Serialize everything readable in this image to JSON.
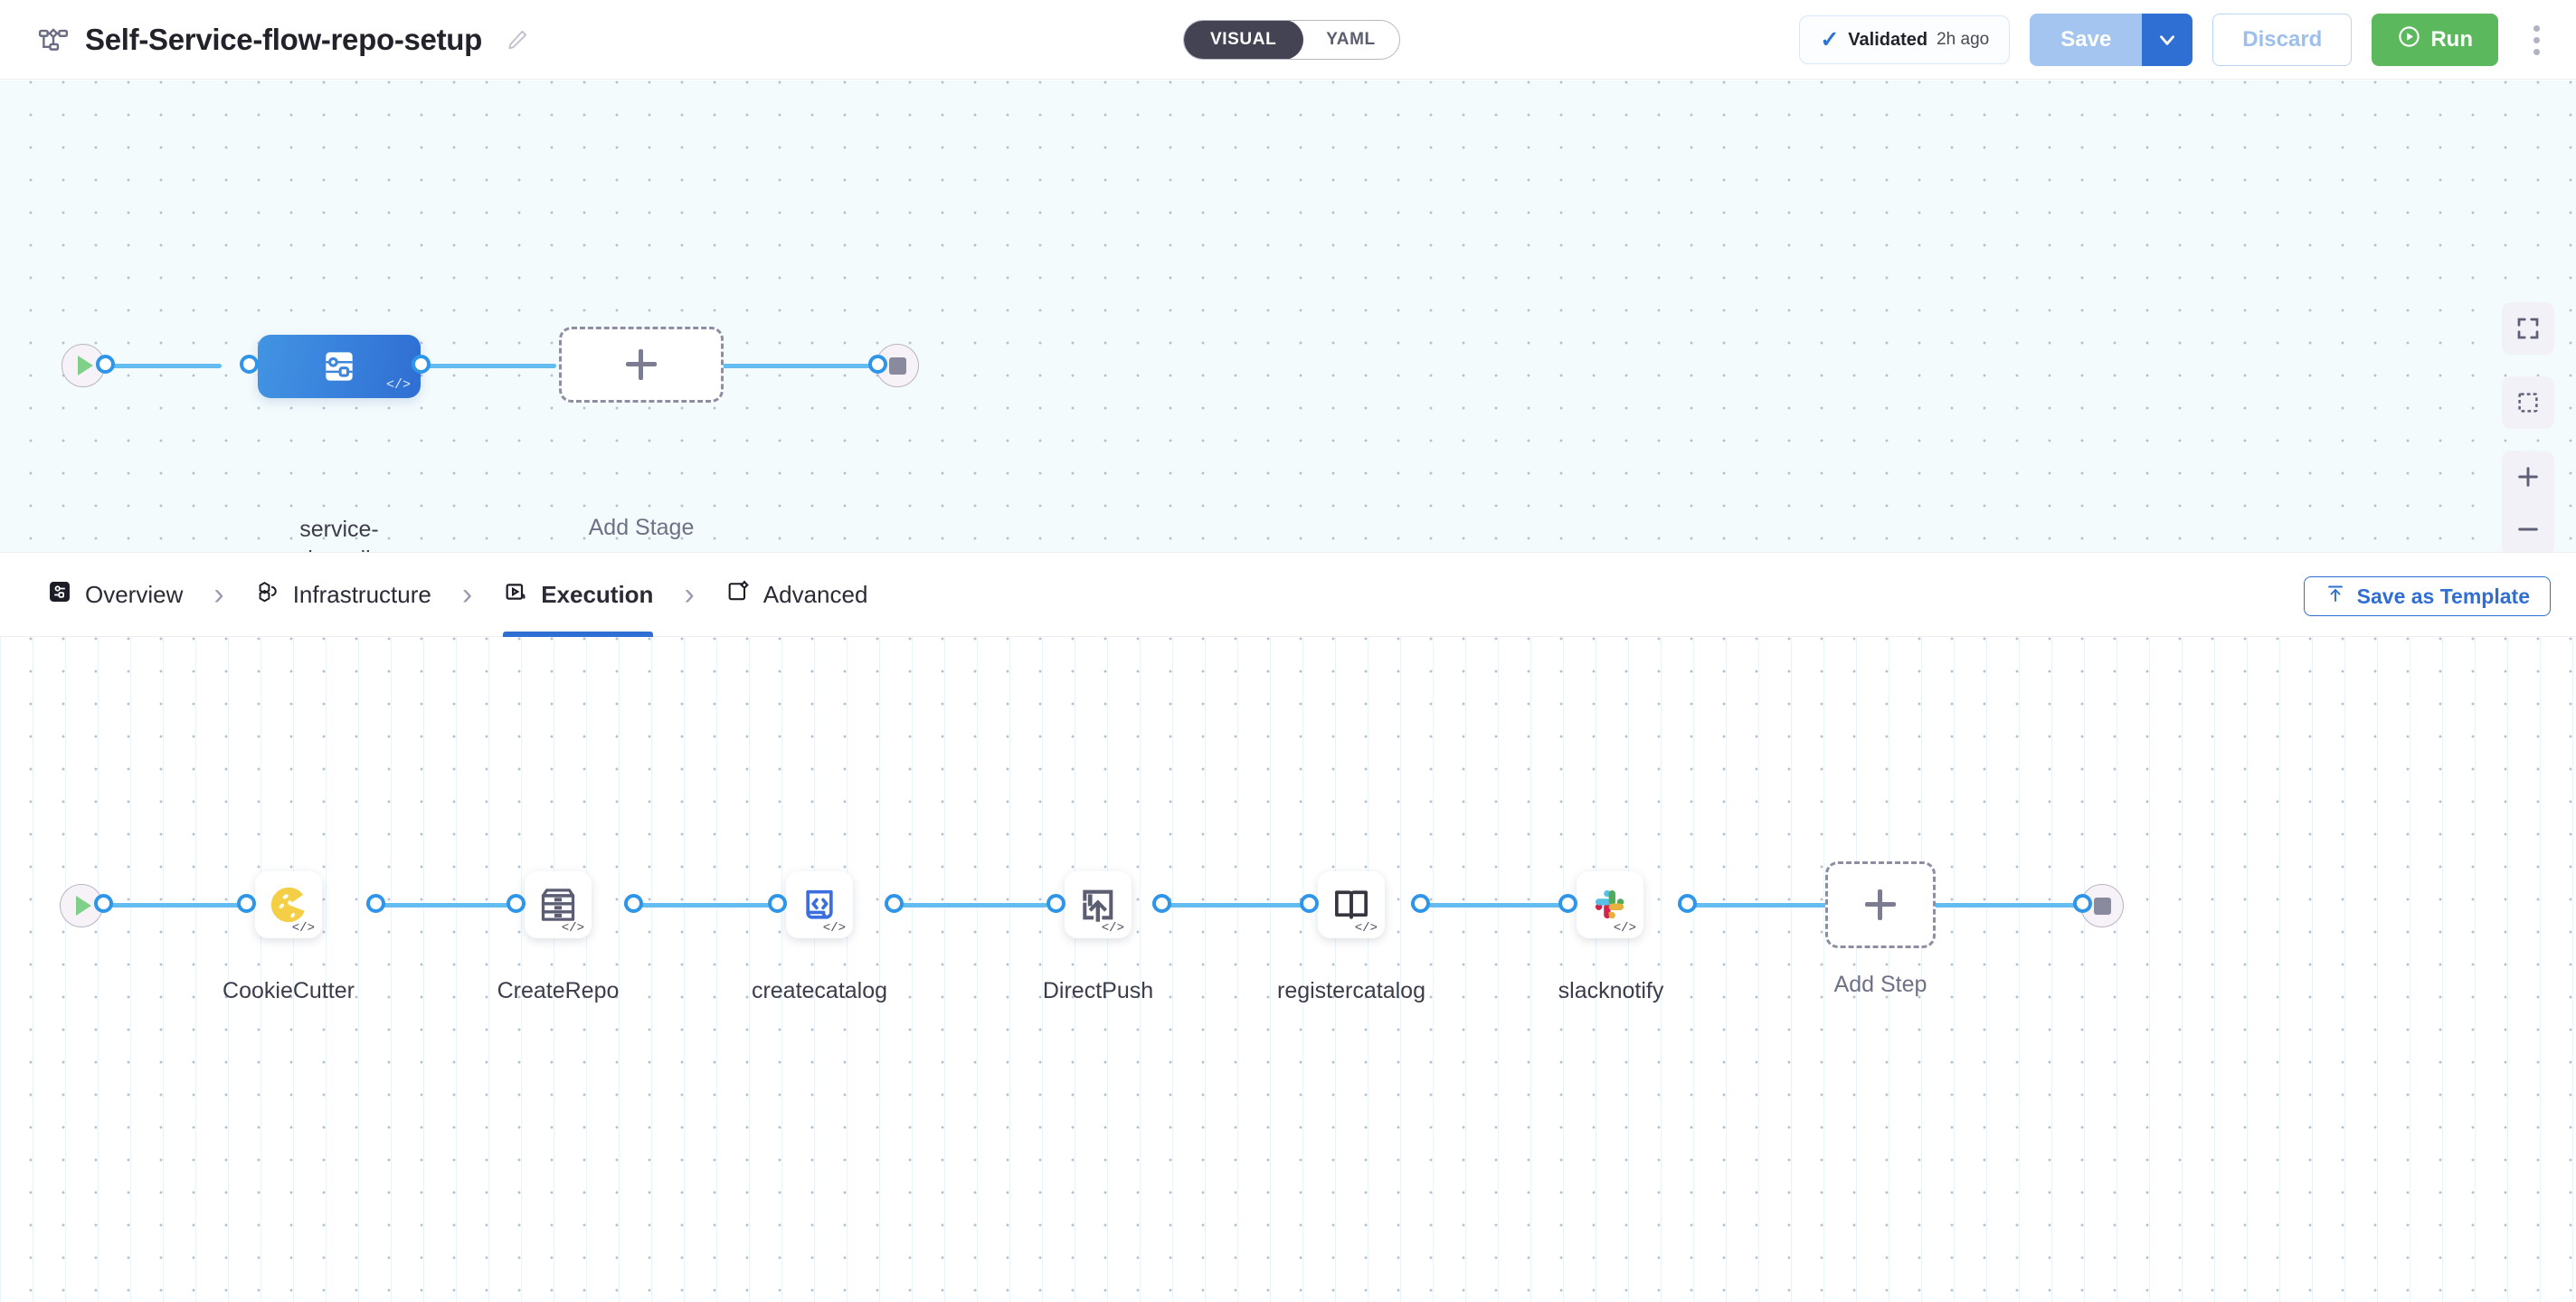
{
  "header": {
    "pipeline_icon": "pipeline-icon",
    "title": "Self-Service-flow-repo-setup",
    "edit_icon": "edit-pencil-icon",
    "mode_toggle": {
      "options": [
        {
          "label": "VISUAL",
          "active": true
        },
        {
          "label": "YAML",
          "active": false
        }
      ]
    },
    "validated": {
      "check_icon": "check-icon",
      "label": "Validated",
      "time": "2h ago"
    },
    "save_label": "Save",
    "save_caret_icon": "chevron-down-icon",
    "discard_label": "Discard",
    "run_label": "Run",
    "run_icon": "play-circle-icon",
    "kebab_icon": "more-vertical-icon"
  },
  "stage_canvas": {
    "start_node": {
      "name": "start-node",
      "icon": "play-icon"
    },
    "end_node": {
      "name": "end-node",
      "icon": "stop-icon"
    },
    "stage": {
      "label": "service-\nonboarding",
      "icon": "deployment-stage-icon",
      "code_badge": "</>",
      "selected": true
    },
    "add_stage": {
      "label": "Add Stage",
      "icon": "plus-icon"
    },
    "controls": [
      {
        "name": "fit-to-screen-button",
        "icon": "fullscreen-icon"
      },
      {
        "name": "selection-box-button",
        "icon": "marquee-select-icon"
      },
      {
        "name": "zoom-in-button",
        "icon": "plus-icon"
      },
      {
        "name": "zoom-out-button",
        "icon": "minus-icon"
      }
    ]
  },
  "tabs": {
    "items": [
      {
        "label": "Overview",
        "icon": "overview-icon",
        "active": false
      },
      {
        "label": "Infrastructure",
        "icon": "infrastructure-icon",
        "active": false
      },
      {
        "label": "Execution",
        "icon": "execution-icon",
        "active": true
      },
      {
        "label": "Advanced",
        "icon": "advanced-icon",
        "active": false
      }
    ],
    "separator": "›",
    "save_as_template": {
      "label": "Save as Template",
      "icon": "upload-template-icon"
    }
  },
  "steps_canvas": {
    "start_node": {
      "name": "start-node",
      "icon": "play-icon"
    },
    "end_node": {
      "name": "end-node",
      "icon": "stop-icon"
    },
    "steps": [
      {
        "label": "CookieCutter",
        "icon": "cookie-icon",
        "code_badge": "</>"
      },
      {
        "label": "CreateRepo",
        "icon": "archive-drawer-icon",
        "code_badge": "</>"
      },
      {
        "label": "createcatalog",
        "icon": "code-document-icon",
        "code_badge": "</>"
      },
      {
        "label": "DirectPush",
        "icon": "push-upload-icon",
        "code_badge": "</>"
      },
      {
        "label": "registercatalog",
        "icon": "book-icon",
        "code_badge": "</>"
      },
      {
        "label": "slacknotify",
        "icon": "slack-icon",
        "code_badge": "</>"
      }
    ],
    "add_step": {
      "label": "Add Step",
      "icon": "plus-icon"
    }
  },
  "colors": {
    "accent_blue": "#2f6ed3",
    "edge_blue": "#63bdf0",
    "run_green": "#5cb85c",
    "stage_blue": "#4294e4",
    "toggle_dark": "#434353"
  }
}
